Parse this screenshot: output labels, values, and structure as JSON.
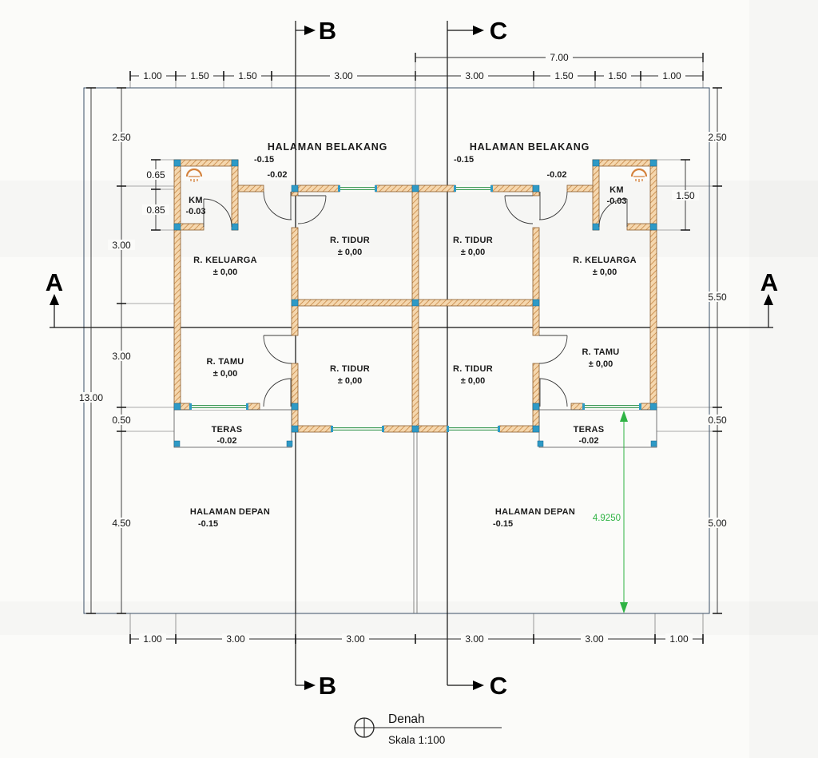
{
  "drawing": {
    "title": "Denah",
    "scale": "Skala 1:100"
  },
  "sections": {
    "a": "A",
    "b": "B",
    "c": "C"
  },
  "rooms": {
    "halaman_belakang": "HALAMAN BELAKANG",
    "halaman_depan": "HALAMAN DEPAN",
    "km": "KM",
    "r_keluarga": "R. KELUARGA",
    "r_tidur": "R. TIDUR",
    "r_tamu": "R. TAMU",
    "teras": "TERAS"
  },
  "levels": {
    "yard": "-0.15",
    "slab": "-0.02",
    "km": "-0.03",
    "floor": "± 0,00"
  },
  "dimensions": {
    "top": [
      "1.00",
      "1.50",
      "1.50",
      "3.00",
      "3.00",
      "1.50",
      "1.50",
      "1.00"
    ],
    "top_overall": "7.00",
    "bottom": [
      "1.00",
      "3.00",
      "3.00",
      "3.00",
      "3.00",
      "1.00"
    ],
    "left": [
      "2.50",
      "3.00",
      "3.00",
      "0.50",
      "4.50"
    ],
    "left_km": [
      "0.65",
      "0.85"
    ],
    "left_overall": "13.00",
    "right": [
      "2.50",
      "5.50",
      "0.50",
      "5.00"
    ],
    "right_km": "1.50",
    "setback": "4.9250"
  },
  "colors": {
    "wall_fill": "#f5d7ae",
    "wall_hatch": "#c07c35",
    "column_blue": "#2e9ac6",
    "window_green": "#3d9a57",
    "dimension_green": "#2fb344"
  }
}
